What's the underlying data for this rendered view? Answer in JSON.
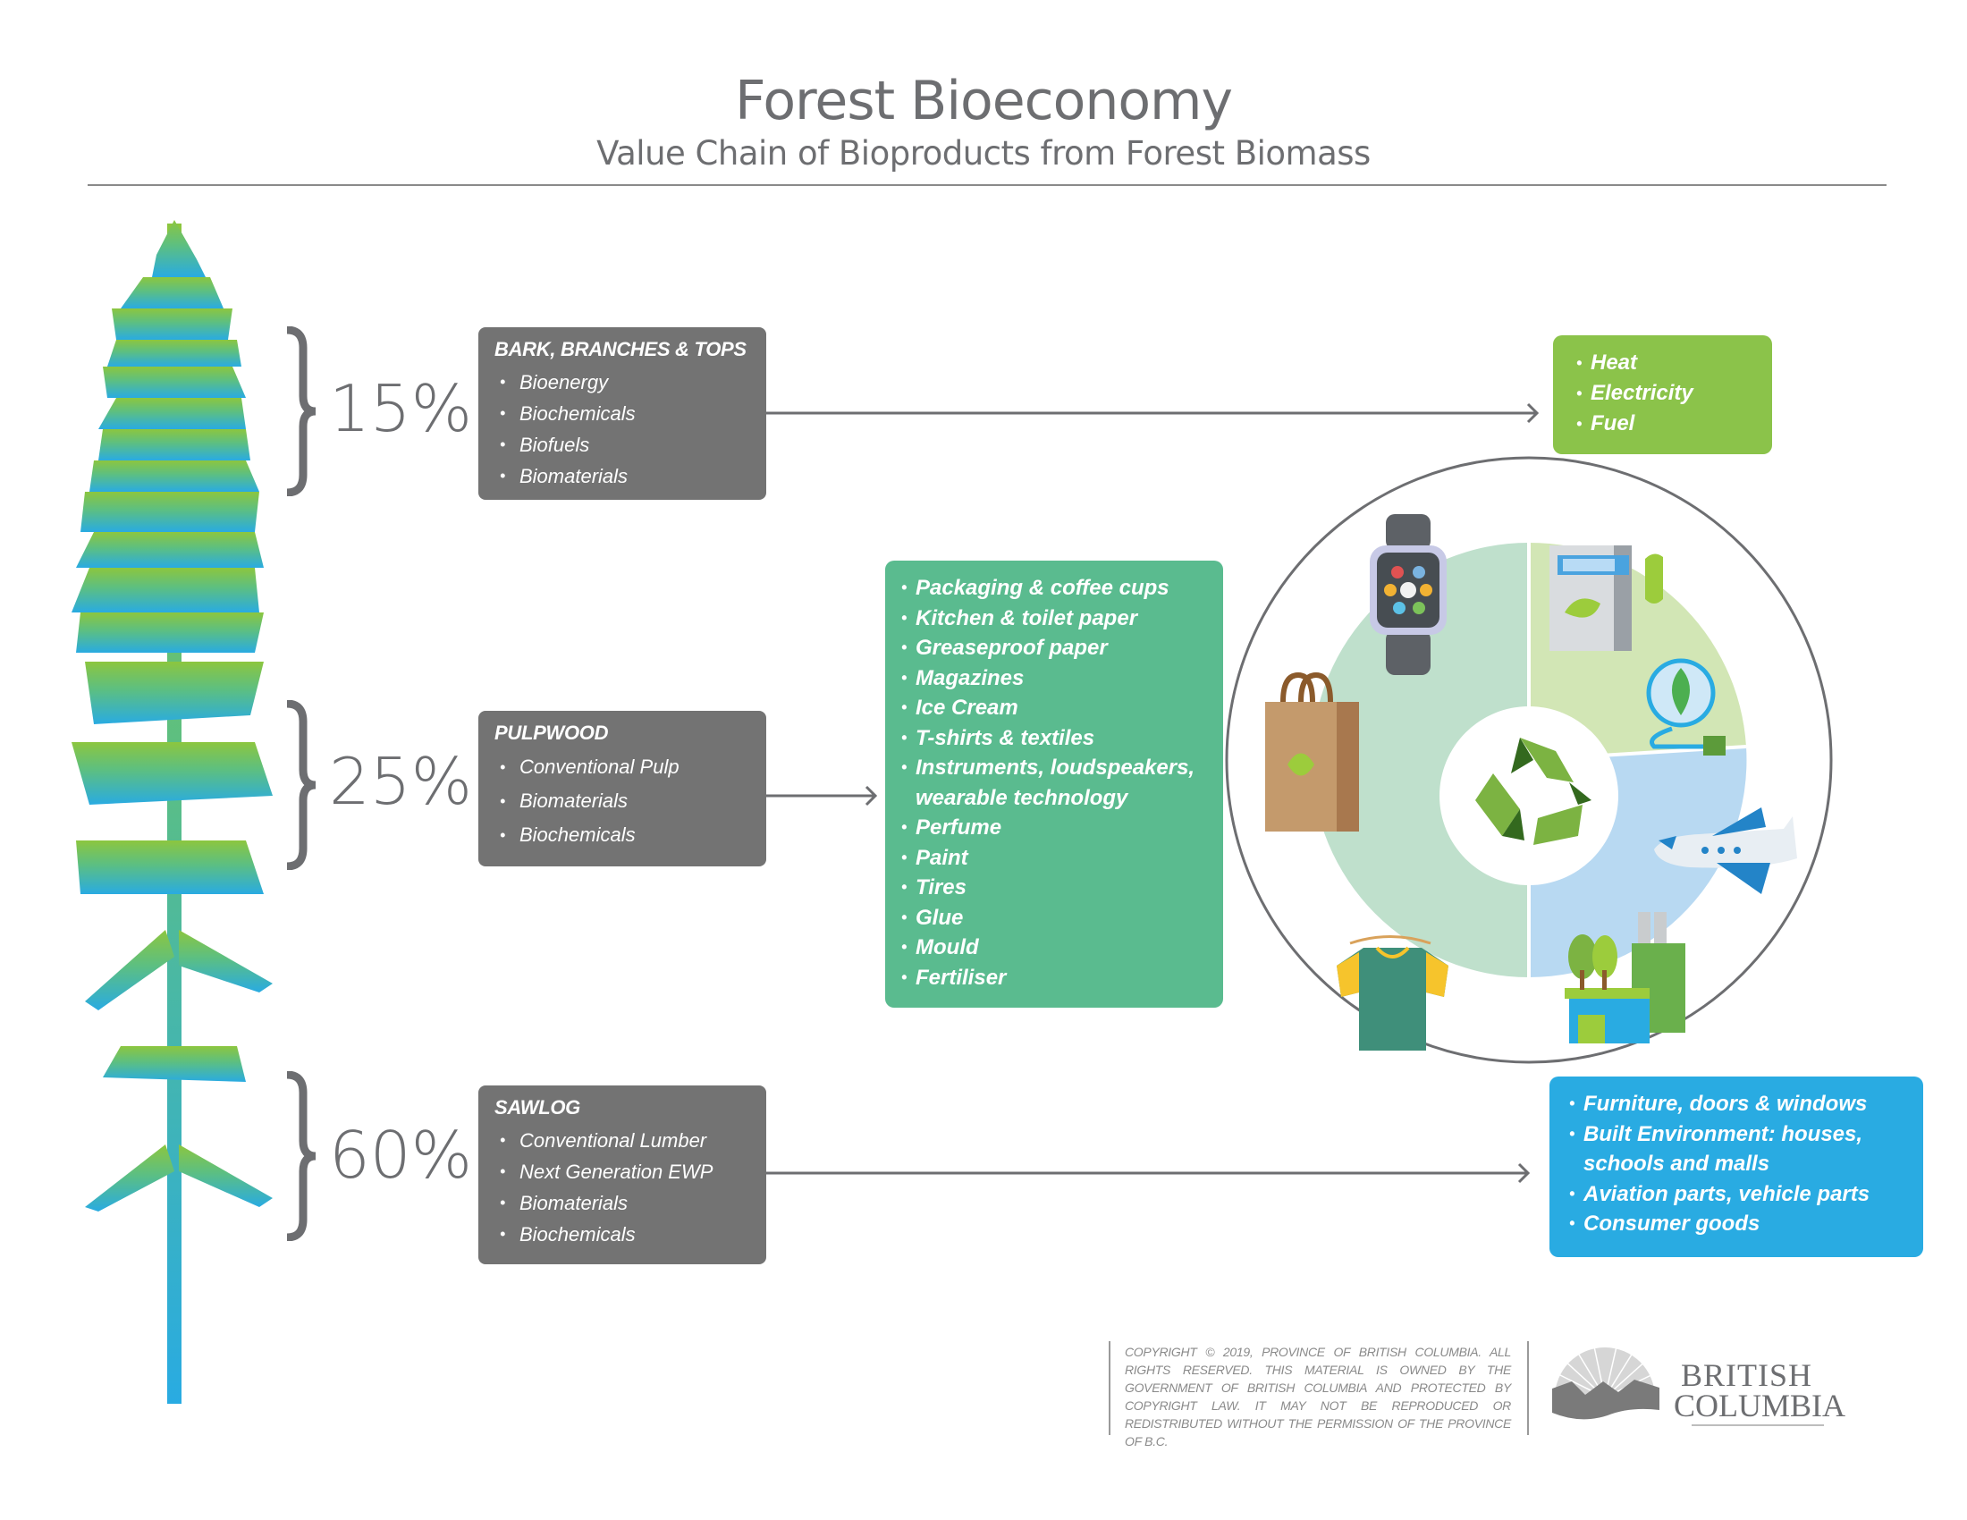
{
  "header": {
    "title": "Forest Bioeconomy",
    "subtitle": "Value Chain of Bioproducts from Forest Biomass"
  },
  "colors": {
    "gray_box": "#737373",
    "heat_box": "#8bc34a",
    "pulp_products_box": "#5abb8f",
    "sawlog_products_box": "#29abe2",
    "tree_top": "#8cc63f",
    "tree_bottom": "#29abe2"
  },
  "segments": [
    {
      "percent": "15%",
      "heading": "BARK, BRANCHES & TOPS",
      "items": [
        "Bioenergy",
        "Biochemicals",
        "Biofuels",
        "Biomaterials"
      ]
    },
    {
      "percent": "25%",
      "heading": "PULPWOOD",
      "items": [
        "Conventional Pulp",
        "Biomaterials",
        "Biochemicals"
      ]
    },
    {
      "percent": "60%",
      "heading": "SAWLOG",
      "items": [
        "Conventional Lumber",
        "Next Generation EWP",
        "Biomaterials",
        "Biochemicals"
      ]
    }
  ],
  "outputs": {
    "energy": [
      "Heat",
      "Electricity",
      "Fuel"
    ],
    "pulp_products": [
      "Packaging & coffee cups",
      "Kitchen & toilet paper",
      "Greaseproof paper",
      "Magazines",
      "Ice Cream",
      "T-shirts & textiles",
      "Instruments, loudspeakers,",
      "wearable technology",
      "Perfume",
      "Paint",
      "Tires",
      "Glue",
      "Mould",
      "Fertiliser"
    ],
    "solid_wood_products": [
      "Furniture, doors & windows",
      "Built Environment: houses,",
      "schools and malls",
      "Aviation parts, vehicle parts",
      "Consumer goods"
    ]
  },
  "illustration": {
    "icons": [
      "smartwatch-icon",
      "biofuel-pump-icon",
      "eco-plug-icon",
      "airplane-icon",
      "green-building-icon",
      "tshirt-icon",
      "paper-bag-icon",
      "recycle-icon"
    ]
  },
  "footer": {
    "copyright": "Copyright © 2019, Province of British Columbia. All rights reserved. This material is owned by the Government of British Columbia and protected by copyright law. It may not be reproduced or redistributed without the permission of the Province of B.C.",
    "logo_line1": "British",
    "logo_line2": "Columbia"
  }
}
